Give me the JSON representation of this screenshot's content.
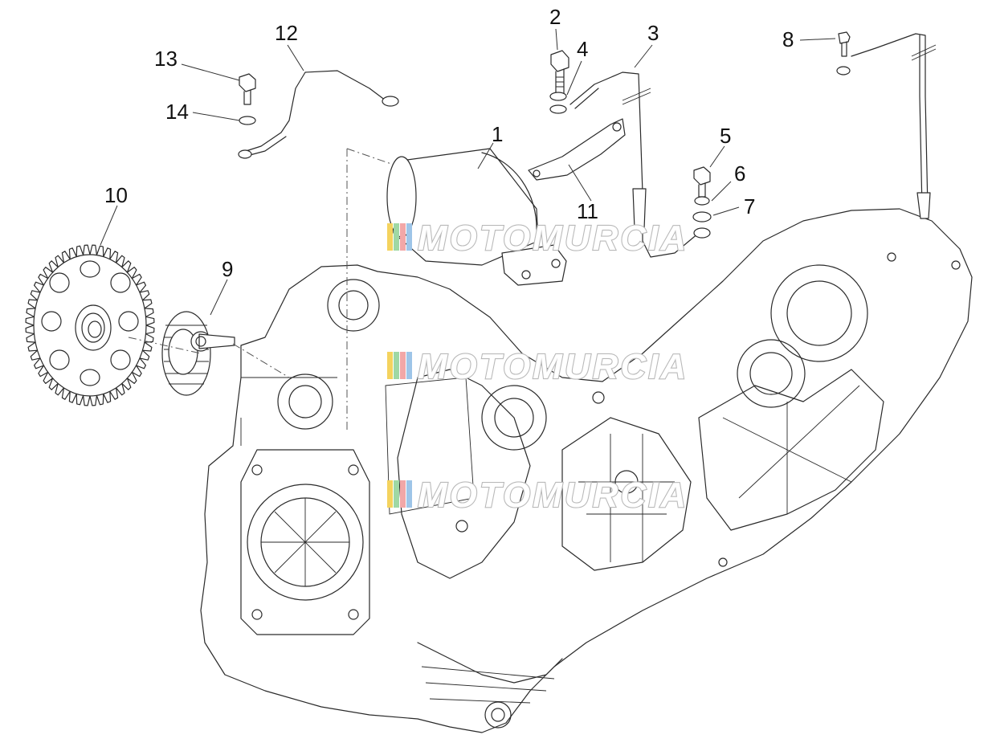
{
  "callouts": [
    {
      "id": "1",
      "label": "1"
    },
    {
      "id": "2",
      "label": "2"
    },
    {
      "id": "3",
      "label": "3"
    },
    {
      "id": "4",
      "label": "4"
    },
    {
      "id": "5",
      "label": "5"
    },
    {
      "id": "6",
      "label": "6"
    },
    {
      "id": "7",
      "label": "7"
    },
    {
      "id": "8",
      "label": "8"
    },
    {
      "id": "9",
      "label": "9"
    },
    {
      "id": "10",
      "label": "10"
    },
    {
      "id": "11",
      "label": "11"
    },
    {
      "id": "12",
      "label": "12"
    },
    {
      "id": "13",
      "label": "13"
    },
    {
      "id": "14",
      "label": "14"
    }
  ],
  "watermark": {
    "text": "MOTOMURCIA",
    "stripe_colors": [
      "#f4d35e",
      "#9fd8a4",
      "#f2a7a7",
      "#9ec5e8"
    ]
  },
  "colors": {
    "line": "#2a2a2a",
    "background": "#ffffff"
  }
}
